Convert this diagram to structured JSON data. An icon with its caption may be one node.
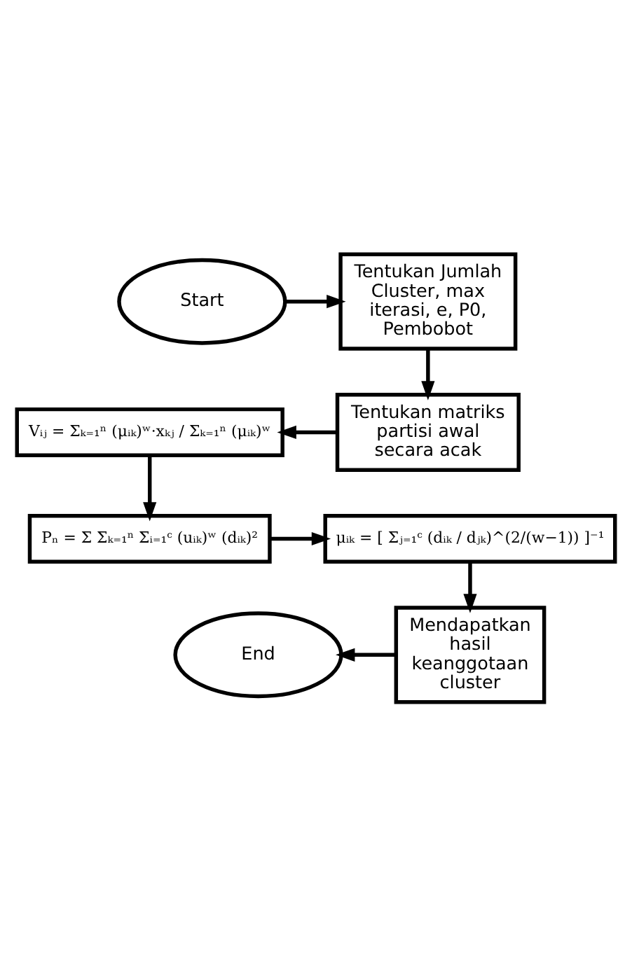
{
  "diagram": {
    "nodes": [
      {
        "text": [
          "Start"
        ]
      },
      {
        "text": [
          "Tentukan Jumlah Cluster, max iterasi, e, P0, Pembobot"
        ]
      },
      {
        "text": [
          "Tentukan matriks partisi awal secara acak"
        ]
      },
      {
        "text": [
          "Vᵢⱼ = Σₖ₌₁ⁿ (μᵢₖ)ʷ·xₖⱼ / Σₖ₌₁ⁿ (μᵢₖ)ʷ"
        ]
      },
      {
        "text": [
          "Pₙ = Σ Σₖ₌₁ⁿ Σᵢ₌₁ᶜ (uᵢₖ)ʷ (dᵢₖ)²"
        ]
      },
      {
        "text": [
          "μᵢₖ = [ Σⱼ₌₁ᶜ (dᵢₖ / dⱼₖ)^(2/(w−1)) ]⁻¹"
        ]
      },
      {
        "text": [
          "Mendapatkan hasil keanggotaan cluster"
        ]
      },
      {
        "text": [
          "End"
        ]
      }
    ],
    "edges": [
      {
        "from": 0,
        "to": 1,
        "arrow": "to"
      },
      {
        "from": 1,
        "to": 2,
        "arrow": "to"
      },
      {
        "from": 2,
        "to": 3,
        "arrow": "to"
      },
      {
        "from": 3,
        "to": 4,
        "arrow": "to"
      },
      {
        "from": 4,
        "to": 5,
        "arrow": "to"
      },
      {
        "from": 5,
        "to": 6,
        "arrow": "to"
      },
      {
        "from": 6,
        "to": 7,
        "arrow": "to"
      }
    ]
  }
}
